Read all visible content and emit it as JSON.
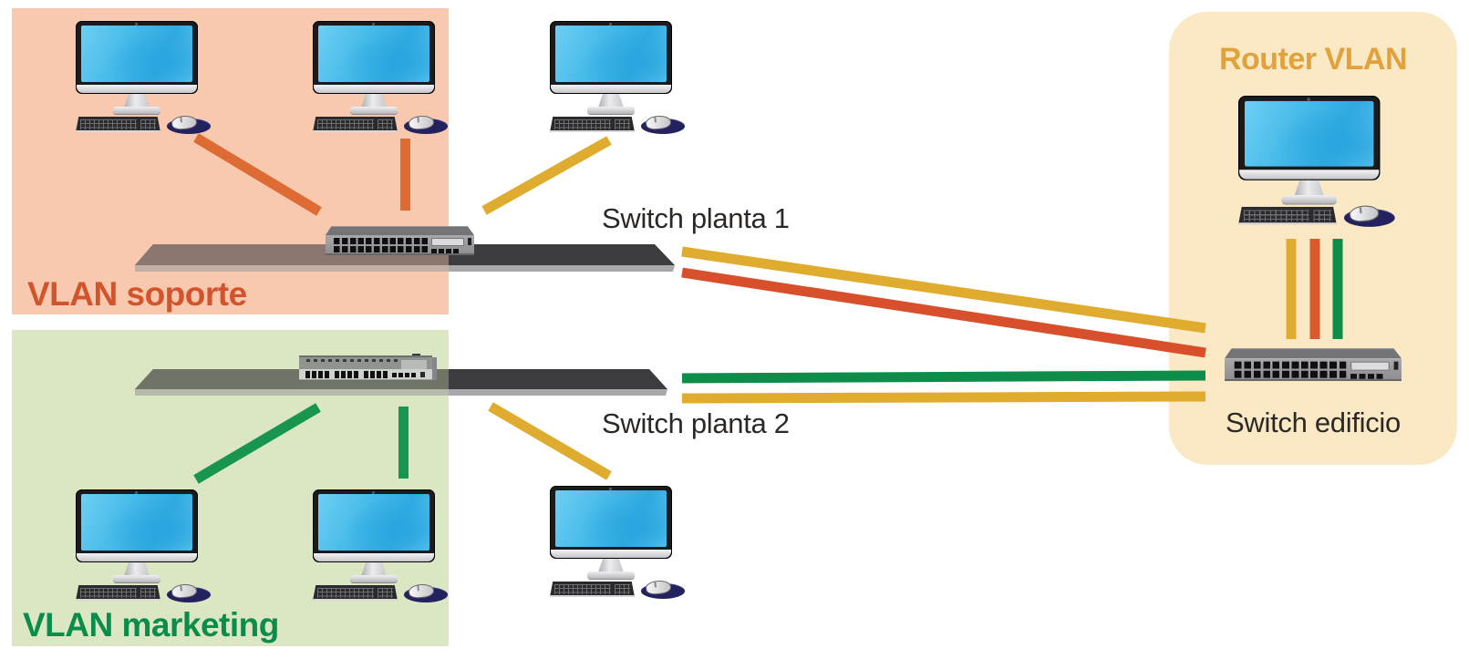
{
  "labels": {
    "vlan_soporte": "VLAN soporte",
    "vlan_marketing": "VLAN marketing",
    "router_vlan": "Router VLAN",
    "switch_planta_1": "Switch planta 1",
    "switch_planta_2": "Switch planta 2",
    "switch_edificio": "Switch edificio"
  },
  "zones": {
    "soporte": {
      "label": "VLAN soporte",
      "bg": "#F8C8AF",
      "label_color": "#D1542D"
    },
    "marketing": {
      "label": "VLAN marketing",
      "bg": "#DBE7C3",
      "label_color": "#0A8D4B"
    },
    "router": {
      "label": "Router VLAN",
      "bg": "#FBE8C5",
      "label_color": "#E1A23C"
    }
  },
  "colors": {
    "orange_access_link": "#DD6B33",
    "orange_trunk_link": "#D8502B",
    "yellow_link": "#E0AC2F",
    "green_access_link": "#179551",
    "green_trunk_link": "#0E8C49",
    "switch_label_text": "#2B2826"
  },
  "connections": [
    {
      "from": "pc-soporte-1",
      "to": "switch-planta-1",
      "color": "orange"
    },
    {
      "from": "pc-soporte-2",
      "to": "switch-planta-1",
      "color": "orange"
    },
    {
      "from": "pc-planta1",
      "to": "switch-planta-1",
      "color": "yellow"
    },
    {
      "from": "switch-planta-1",
      "to": "switch-edificio",
      "color": "yellow"
    },
    {
      "from": "switch-planta-1",
      "to": "switch-edificio",
      "color": "orange"
    },
    {
      "from": "pc-marketing-1",
      "to": "switch-planta-2",
      "color": "green"
    },
    {
      "from": "pc-marketing-2",
      "to": "switch-planta-2",
      "color": "green"
    },
    {
      "from": "pc-planta2",
      "to": "switch-planta-2",
      "color": "yellow"
    },
    {
      "from": "switch-planta-2",
      "to": "switch-edificio",
      "color": "green"
    },
    {
      "from": "switch-planta-2",
      "to": "switch-edificio",
      "color": "yellow"
    },
    {
      "from": "router-pc",
      "to": "switch-edificio",
      "color": "yellow"
    },
    {
      "from": "router-pc",
      "to": "switch-edificio",
      "color": "orange"
    },
    {
      "from": "router-pc",
      "to": "switch-edificio",
      "color": "green"
    }
  ]
}
